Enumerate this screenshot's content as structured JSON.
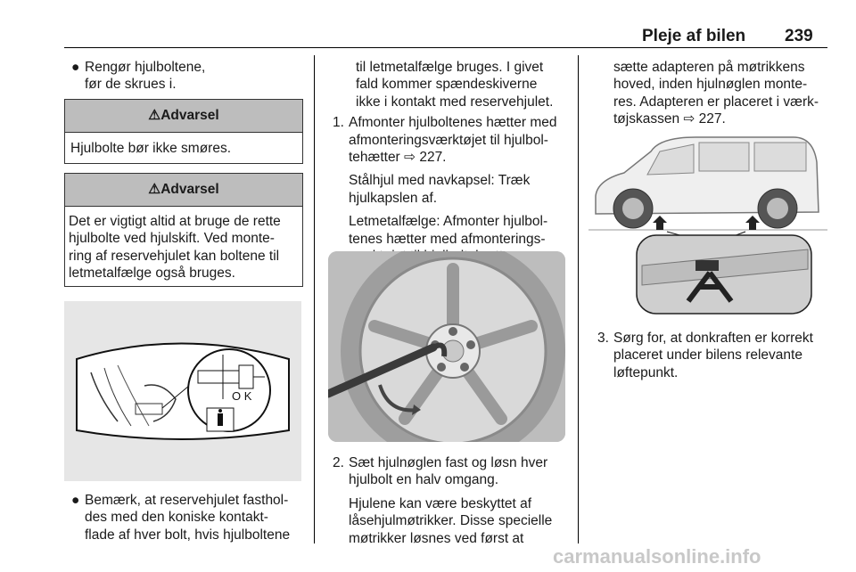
{
  "header": {
    "title": "Pleje af bilen",
    "page_number": "239"
  },
  "col1": {
    "bullet1": {
      "marker": "●",
      "lines": [
        "Rengør hjulboltene,",
        "før de skrues i."
      ]
    },
    "warning1": {
      "icon": "⚠",
      "title": "Advarsel",
      "text": "Hjulbolte bør ikke smøres."
    },
    "warning2": {
      "icon": "⚠",
      "title": "Advarsel",
      "lines": [
        "Det er vigtigt altid at bruge de rette",
        "hjulbolte ved hjulskift. Ved monte-",
        "ring af reservehjulet kan boltene til",
        "letmetalfælge også bruges."
      ]
    },
    "figure_label": "O K",
    "bullet2": {
      "marker": "●",
      "lines": [
        "Bemærk, at reservehjulet fasthol-",
        "des med den koniske kontakt-",
        "flade af hver bolt, hvis hjulboltene"
      ]
    }
  },
  "col2": {
    "cont_lines": [
      "til letmetalfælge bruges. I givet",
      "fald kommer spændeskiverne",
      "ikke i kontakt med reservehjulet."
    ],
    "step1": {
      "num": "1.",
      "lines": [
        "Afmonter hjulboltenes hætter med",
        "afmonteringsværktøjet til hjulbol-",
        "tehætter ⇨ 227."
      ]
    },
    "step1_p2": [
      "Stålhjul med navkapsel: Træk",
      "hjulkapslen af."
    ],
    "step1_p3": [
      "Letmetalfælge: Afmonter hjulbol-",
      "tenes hætter med afmonterings-",
      "værktøjet til hjulboltehætter."
    ],
    "step2": {
      "num": "2.",
      "lines": [
        "Sæt hjulnøglen fast og løsn hver",
        "hjulbolt en halv omgang."
      ]
    },
    "step2_p2": [
      "Hjulene kan være beskyttet af",
      "låsehjulmøtrikker. Disse specielle",
      "møtrikker løsnes ved først at"
    ]
  },
  "col3": {
    "cont_lines": [
      "sætte adapteren på møtrikkens",
      "hoved, inden hjulnøglen monte-",
      "res. Adapteren er placeret i værk-",
      "tøjskassen ⇨ 227."
    ],
    "step3": {
      "num": "3.",
      "lines": [
        "Sørg for, at donkraften er korrekt",
        "placeret under bilens relevante",
        "løftepunkt."
      ]
    }
  },
  "watermark": "carmanualsonline.info"
}
